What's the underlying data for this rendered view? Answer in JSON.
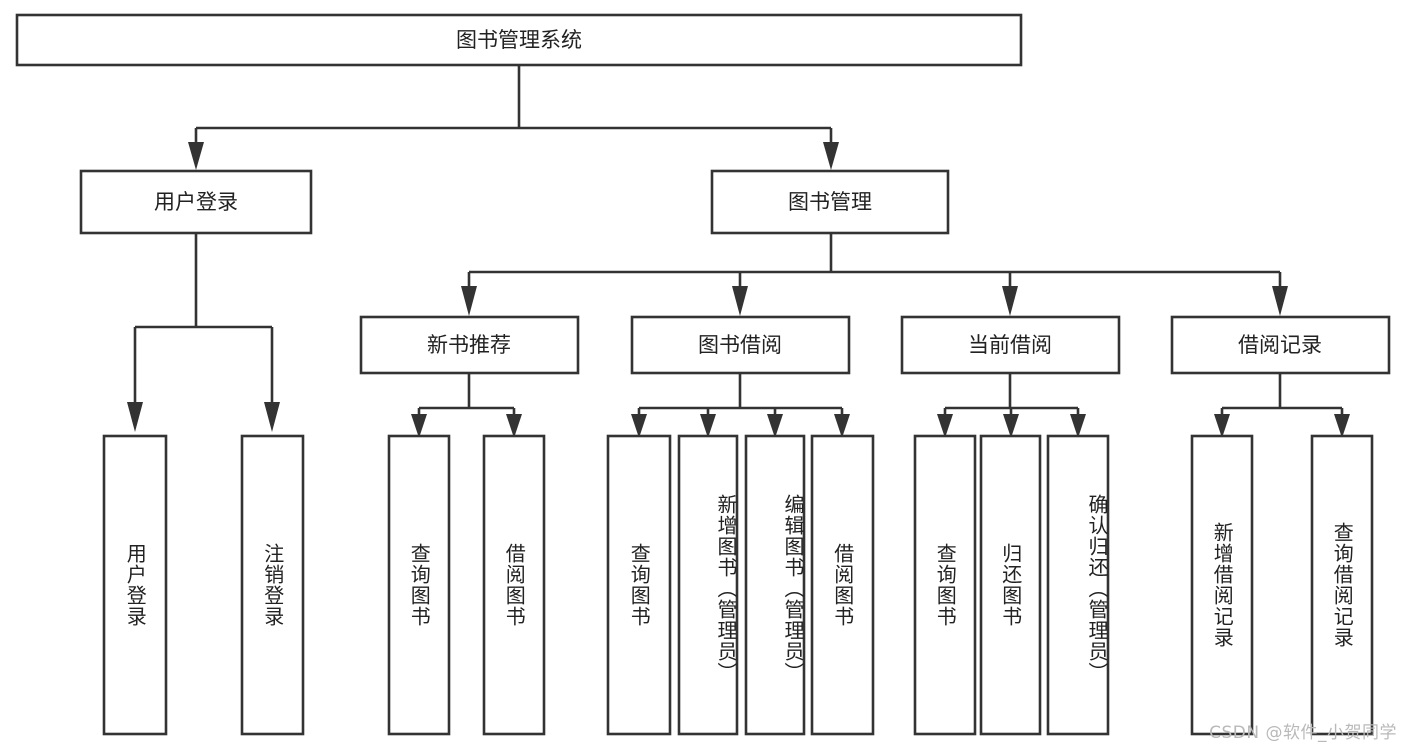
{
  "diagram": {
    "title": "图书管理系统",
    "type": "tree",
    "orientation": "top-down",
    "watermark": "CSDN @软件_小贺同学",
    "colors": {
      "background": "#ffffff",
      "box_stroke": "#333333",
      "box_fill": "#ffffff",
      "text": "#222222",
      "watermark": "#b9b9b9"
    },
    "root": {
      "id": "root",
      "label": "图书管理系统"
    },
    "level1": [
      {
        "id": "user-login",
        "label": "用户登录"
      },
      {
        "id": "book-manage",
        "label": "图书管理"
      }
    ],
    "level2": [
      {
        "id": "new-book-recommend",
        "label": "新书推荐",
        "parent": "book-manage"
      },
      {
        "id": "book-borrow",
        "label": "图书借阅",
        "parent": "book-manage"
      },
      {
        "id": "current-borrow",
        "label": "当前借阅",
        "parent": "book-manage"
      },
      {
        "id": "borrow-record",
        "label": "借阅记录",
        "parent": "book-manage"
      }
    ],
    "leaves": [
      {
        "id": "leaf-user-login",
        "label": "用户登录",
        "parent": "user-login"
      },
      {
        "id": "leaf-logout-login",
        "label": "注销登录",
        "parent": "user-login"
      },
      {
        "id": "leaf-query-book-1",
        "label": "查询图书",
        "parent": "new-book-recommend"
      },
      {
        "id": "leaf-borrow-book-1",
        "label": "借阅图书",
        "parent": "new-book-recommend"
      },
      {
        "id": "leaf-query-book-2",
        "label": "查询图书",
        "parent": "book-borrow"
      },
      {
        "id": "leaf-add-book",
        "label": "新增图书（管理员）",
        "parent": "book-borrow"
      },
      {
        "id": "leaf-edit-book",
        "label": "编辑图书（管理员）",
        "parent": "book-borrow"
      },
      {
        "id": "leaf-borrow-book-2",
        "label": "借阅图书",
        "parent": "book-borrow"
      },
      {
        "id": "leaf-query-book-3",
        "label": "查询图书",
        "parent": "current-borrow"
      },
      {
        "id": "leaf-return-book",
        "label": "归还图书",
        "parent": "current-borrow"
      },
      {
        "id": "leaf-confirm-return",
        "label": "确认归还（管理员）",
        "parent": "current-borrow"
      },
      {
        "id": "leaf-add-record",
        "label": "新增借阅记录",
        "parent": "borrow-record"
      },
      {
        "id": "leaf-query-record",
        "label": "查询借阅记录",
        "parent": "borrow-record"
      }
    ]
  }
}
